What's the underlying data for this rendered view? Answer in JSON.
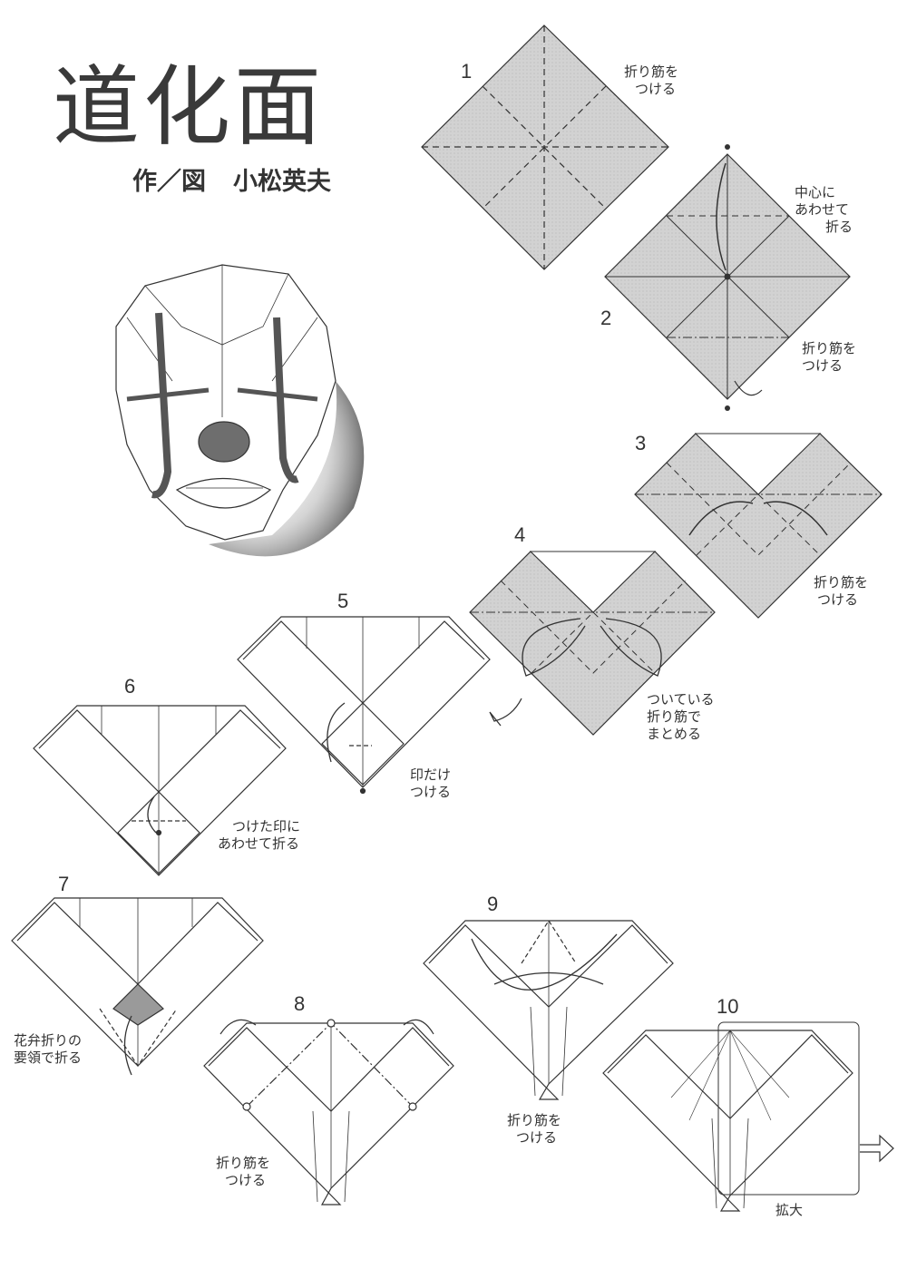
{
  "title": "道化面",
  "author": {
    "credit": "作／図",
    "name": "小松英夫"
  },
  "steps": [
    {
      "number": "1",
      "note": [
        "折り筋を",
        "つける"
      ]
    },
    {
      "number": "2",
      "note_top": [
        "中心に",
        "あわせて",
        "折る"
      ],
      "note_bottom": [
        "折り筋を",
        "つける"
      ]
    },
    {
      "number": "3",
      "note": [
        "折り筋を",
        "つける"
      ]
    },
    {
      "number": "4",
      "note": [
        "ついている",
        "折り筋で",
        "まとめる"
      ]
    },
    {
      "number": "5",
      "note": [
        "印だけ",
        "つける"
      ]
    },
    {
      "number": "6",
      "note": [
        "つけた印に",
        "あわせて折る"
      ]
    },
    {
      "number": "7",
      "note": [
        "花弁折りの",
        "要領で折る"
      ]
    },
    {
      "number": "8",
      "note": [
        "折り筋を",
        "つける"
      ]
    },
    {
      "number": "9",
      "note": [
        "折り筋を",
        "つける"
      ]
    },
    {
      "number": "10",
      "note": [
        "拡大"
      ]
    }
  ],
  "colors": {
    "paper_shade": "#cfcfcf",
    "paper_white": "#ffffff",
    "line": "#333333",
    "nose": "#6e6e6e"
  }
}
